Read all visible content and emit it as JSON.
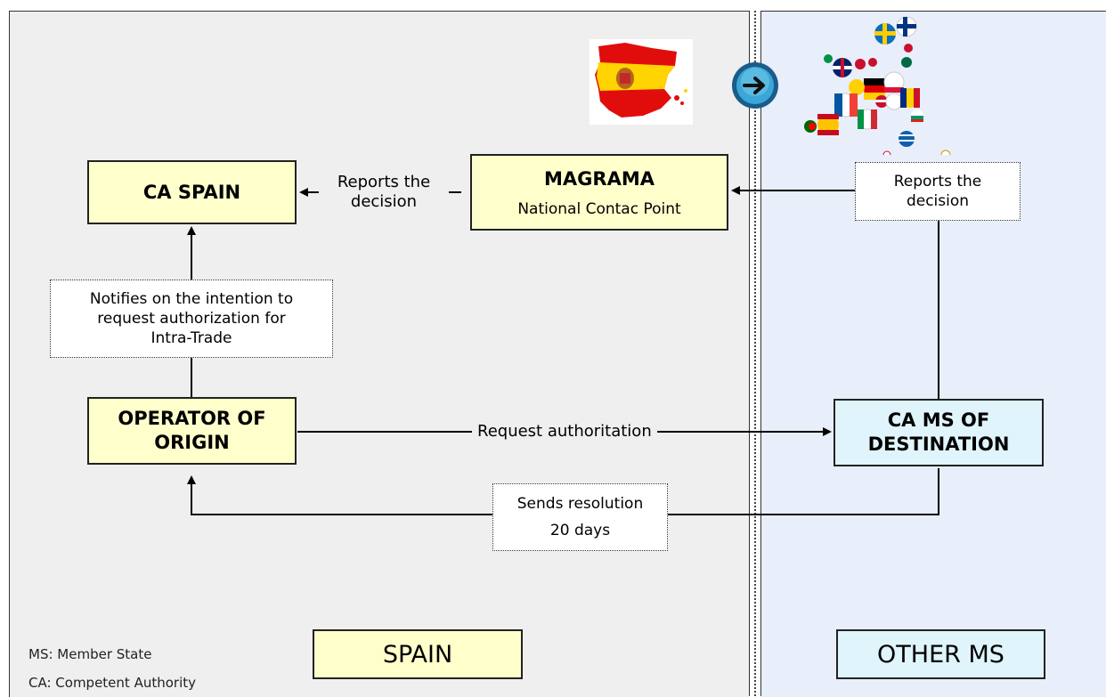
{
  "regions": {
    "left_label": "SPAIN",
    "right_label": "OTHER MS"
  },
  "boxes": {
    "ca_spain": "CA SPAIN",
    "magrama_title": "MAGRAMA",
    "magrama_subtitle": "National Contac Point",
    "operator_line1": "OPERATOR OF",
    "operator_line2": "ORIGIN",
    "ca_ms_line1": "CA MS OF",
    "ca_ms_line2": "DESTINATION"
  },
  "notes": {
    "notifies_line1": "Notifies on the intention to",
    "notifies_line2": "request authorization for",
    "notifies_line3": "Intra-Trade",
    "reports_right_line1": "Reports the",
    "reports_right_line2": "decision",
    "sends_line1": "Sends resolution",
    "sends_line2": "20 days"
  },
  "edge_labels": {
    "reports_left_line1": "Reports the",
    "reports_left_line2": "decision",
    "request": "Request authoritation"
  },
  "legend": {
    "ms": "MS: Member State",
    "ca": "CA: Competent Authority"
  },
  "icons": [
    "spain-map-flag-icon",
    "arrow-right-circle-icon",
    "eu-flags-map-icon"
  ],
  "colors": {
    "spain_box": "#ffffcc",
    "other_ms_box": "#e0f4fb",
    "left_panel": "#efefef",
    "right_panel": "#e8eefa"
  }
}
